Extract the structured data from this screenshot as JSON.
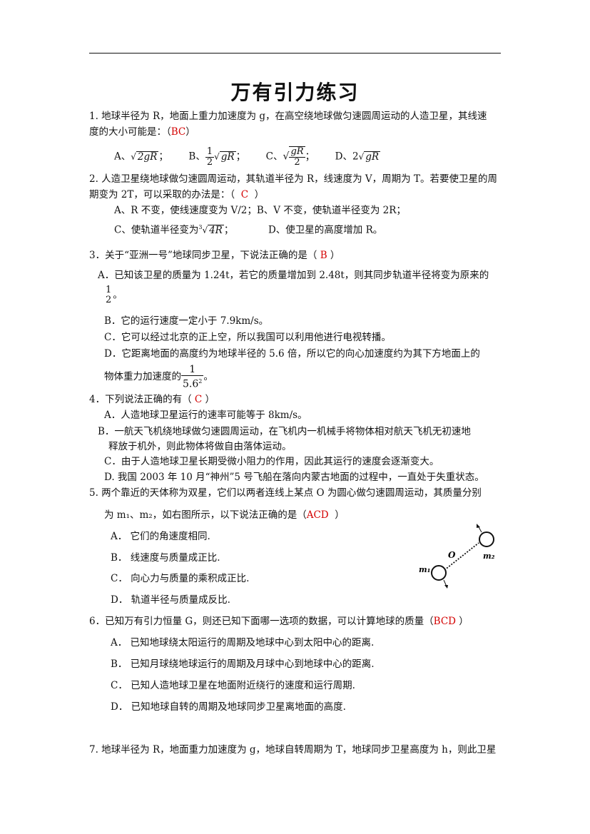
{
  "title": "万有引力练习",
  "q1": {
    "stem_a": "1. 地球半径为 R，地面上重力加速度为 g，在高空绕地球做匀速圆周运动的人造卫星，其线速",
    "stem_b": "度的大小可能是：（",
    "answer": "BC",
    "stem_close": "）",
    "optA": "A、",
    "optA_expr": "2gR",
    "optA_sep": "；",
    "optB": "B、",
    "optB_num": "1",
    "optB_den": "2",
    "optB_expr": "gR",
    "optB_sep": "；",
    "optC": "C、",
    "optC_num": "gR",
    "optC_den": "2",
    "optC_sep": "；",
    "optD": "D、2",
    "optD_expr": "gR"
  },
  "q2": {
    "stem_a": "2. 人造卫星绕地球做匀速圆周运动，其轨道半径为 R，线速度为 V，周期为 T。若要使卫星的周",
    "stem_b": "期变为 2T，可以采取的办法是：（",
    "answer": "C",
    "stem_close": "）",
    "line_ab": "A、R 不变，使线速度变为 V/2；B、V 不变，使轨道半径变为 2R；",
    "line_c": "C、使轨道半径变为",
    "line_c_expr": "4R",
    "line_c_index": "3",
    "line_c_sep": "；",
    "line_d": "D、使卫星的高度增加 R。"
  },
  "q3": {
    "stem": "3．关于“亚洲一号”地球同步卫星，下说法正确的是（",
    "answer": "B",
    "stem_close": "）",
    "a_line": "A．已知该卫星的质量为 1.24t，若它的质量增加到 2.48t，则其同步轨道半径将变为原来的",
    "a_num": "1",
    "a_den": "2",
    "a_end": "。",
    "b_line": "B．它的运行速度一定小于 7.9km/s。",
    "c_line": "C．它可以经过北京的正上空，所以我国可以利用他进行电视转播。",
    "d_line": "D．它距离地面的高度约为地球半径的 5.6 倍，所以它的向心加速度约为其下方地面上的",
    "d_line2": "物体重力加速度的",
    "d_num": "1",
    "d_den": "5.6",
    "d_exp": "2",
    "d_end": "。"
  },
  "q4": {
    "stem": "4．下列说法正确的有（",
    "answer": "C",
    "stem_close": "）",
    "a_line": "A．人造地球卫星运行的速率可能等于 8km/s。",
    "b_line": "B．一航天飞机绕地球做匀速圆周运动，在飞机内一机械手将物体相对航天飞机无初速地",
    "b_line2": "释放于机外，则此物体将做自由落体运动。",
    "c_line": "C．由于人造地球卫星长期受微小阻力的作用，因此其运行的速度会逐渐变大。",
    "d_line": "D. 我国 2003 年 10 月“神州”5 号飞船在落向内蒙古地面的过程中，一直处于失重状态。"
  },
  "q5": {
    "stem_a": "5. 两个靠近的天体称为双星，它们以两者连线上某点 O 为圆心做匀速圆周运动，其质量分别",
    "stem_b": "为 m₁、m₂，如右图所示，以下说法正确的是（",
    "answer": "ACD",
    "stem_close": "）",
    "a_line": "A．  它们的角速度相同.",
    "b_line": "B．  线速度与质量成正比.",
    "c_line": "C．  向心力与质量的乘积成正比.",
    "d_line": "D．  轨道半径与质量成反比.",
    "fig_o": "O",
    "fig_m1": "m₁",
    "fig_m2": "m₂"
  },
  "q6": {
    "stem": "6．已知万有引力恒量 G，则还已知下面哪一选项的数据，可以计算地球的质量（",
    "answer": "BCD",
    "stem_close": "）",
    "a_line": "A．  已知地球绕太阳运行的周期及地球中心到太阳中心的距离.",
    "b_line": "B．  已知月球绕地球运行的周期及月球中心到地球中心的距离.",
    "c_line": "C．  已知人造地球卫星在地面附近绕行的速度和运行周期.",
    "d_line": "D．  已知地球自转的周期及地球同步卫星离地面的高度."
  },
  "q7": {
    "stem": "7. 地球半径为 R，地面重力加速度为 g，地球自转周期为 T，地球同步卫星高度为 h，则此卫星"
  }
}
